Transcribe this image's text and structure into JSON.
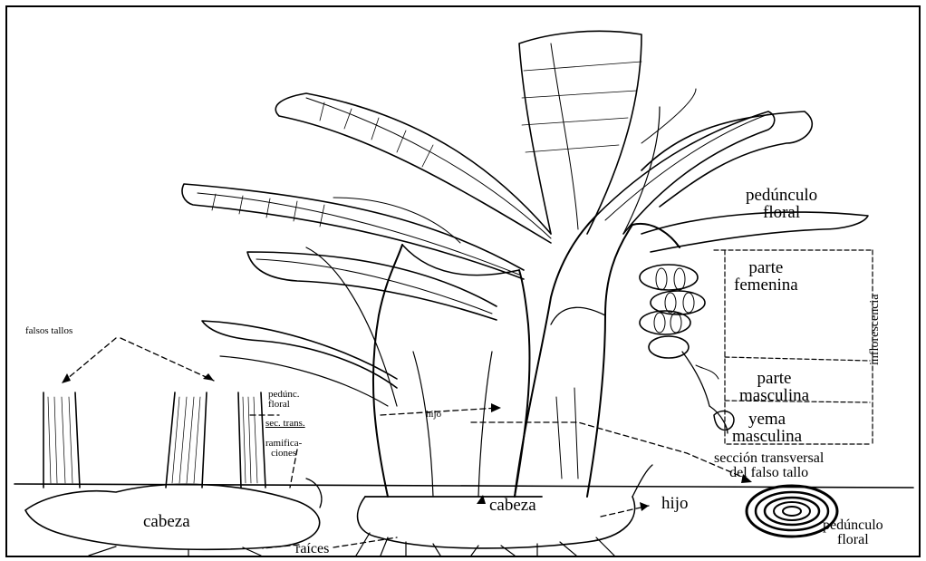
{
  "diagram": {
    "labels": {
      "pedunculo_floral_top": "pedúnculo\nfloral",
      "parte_femenina": "parte\nfemenina",
      "inflorescencia": "inflorescencia",
      "parte_masculina": "parte\nmasculina",
      "yema_masculina": "yema\nmasculina",
      "seccion_transversal": "sección transversal\ndel falso tallo",
      "pedunculo_floral_bottom": "pedúnculo\nfloral",
      "falsos_tallos": "falsos tallos",
      "pedunc_floral_small": "pedúnc.\nfloral",
      "sec_trans": "sec. trans.",
      "ramificaciones": "ramifica-\nciones",
      "hijo_center": "hijo",
      "cabeza_left": "cabeza",
      "cabeza_center": "cabeza",
      "hijo_right": "hijo",
      "raices": "raíces"
    }
  }
}
